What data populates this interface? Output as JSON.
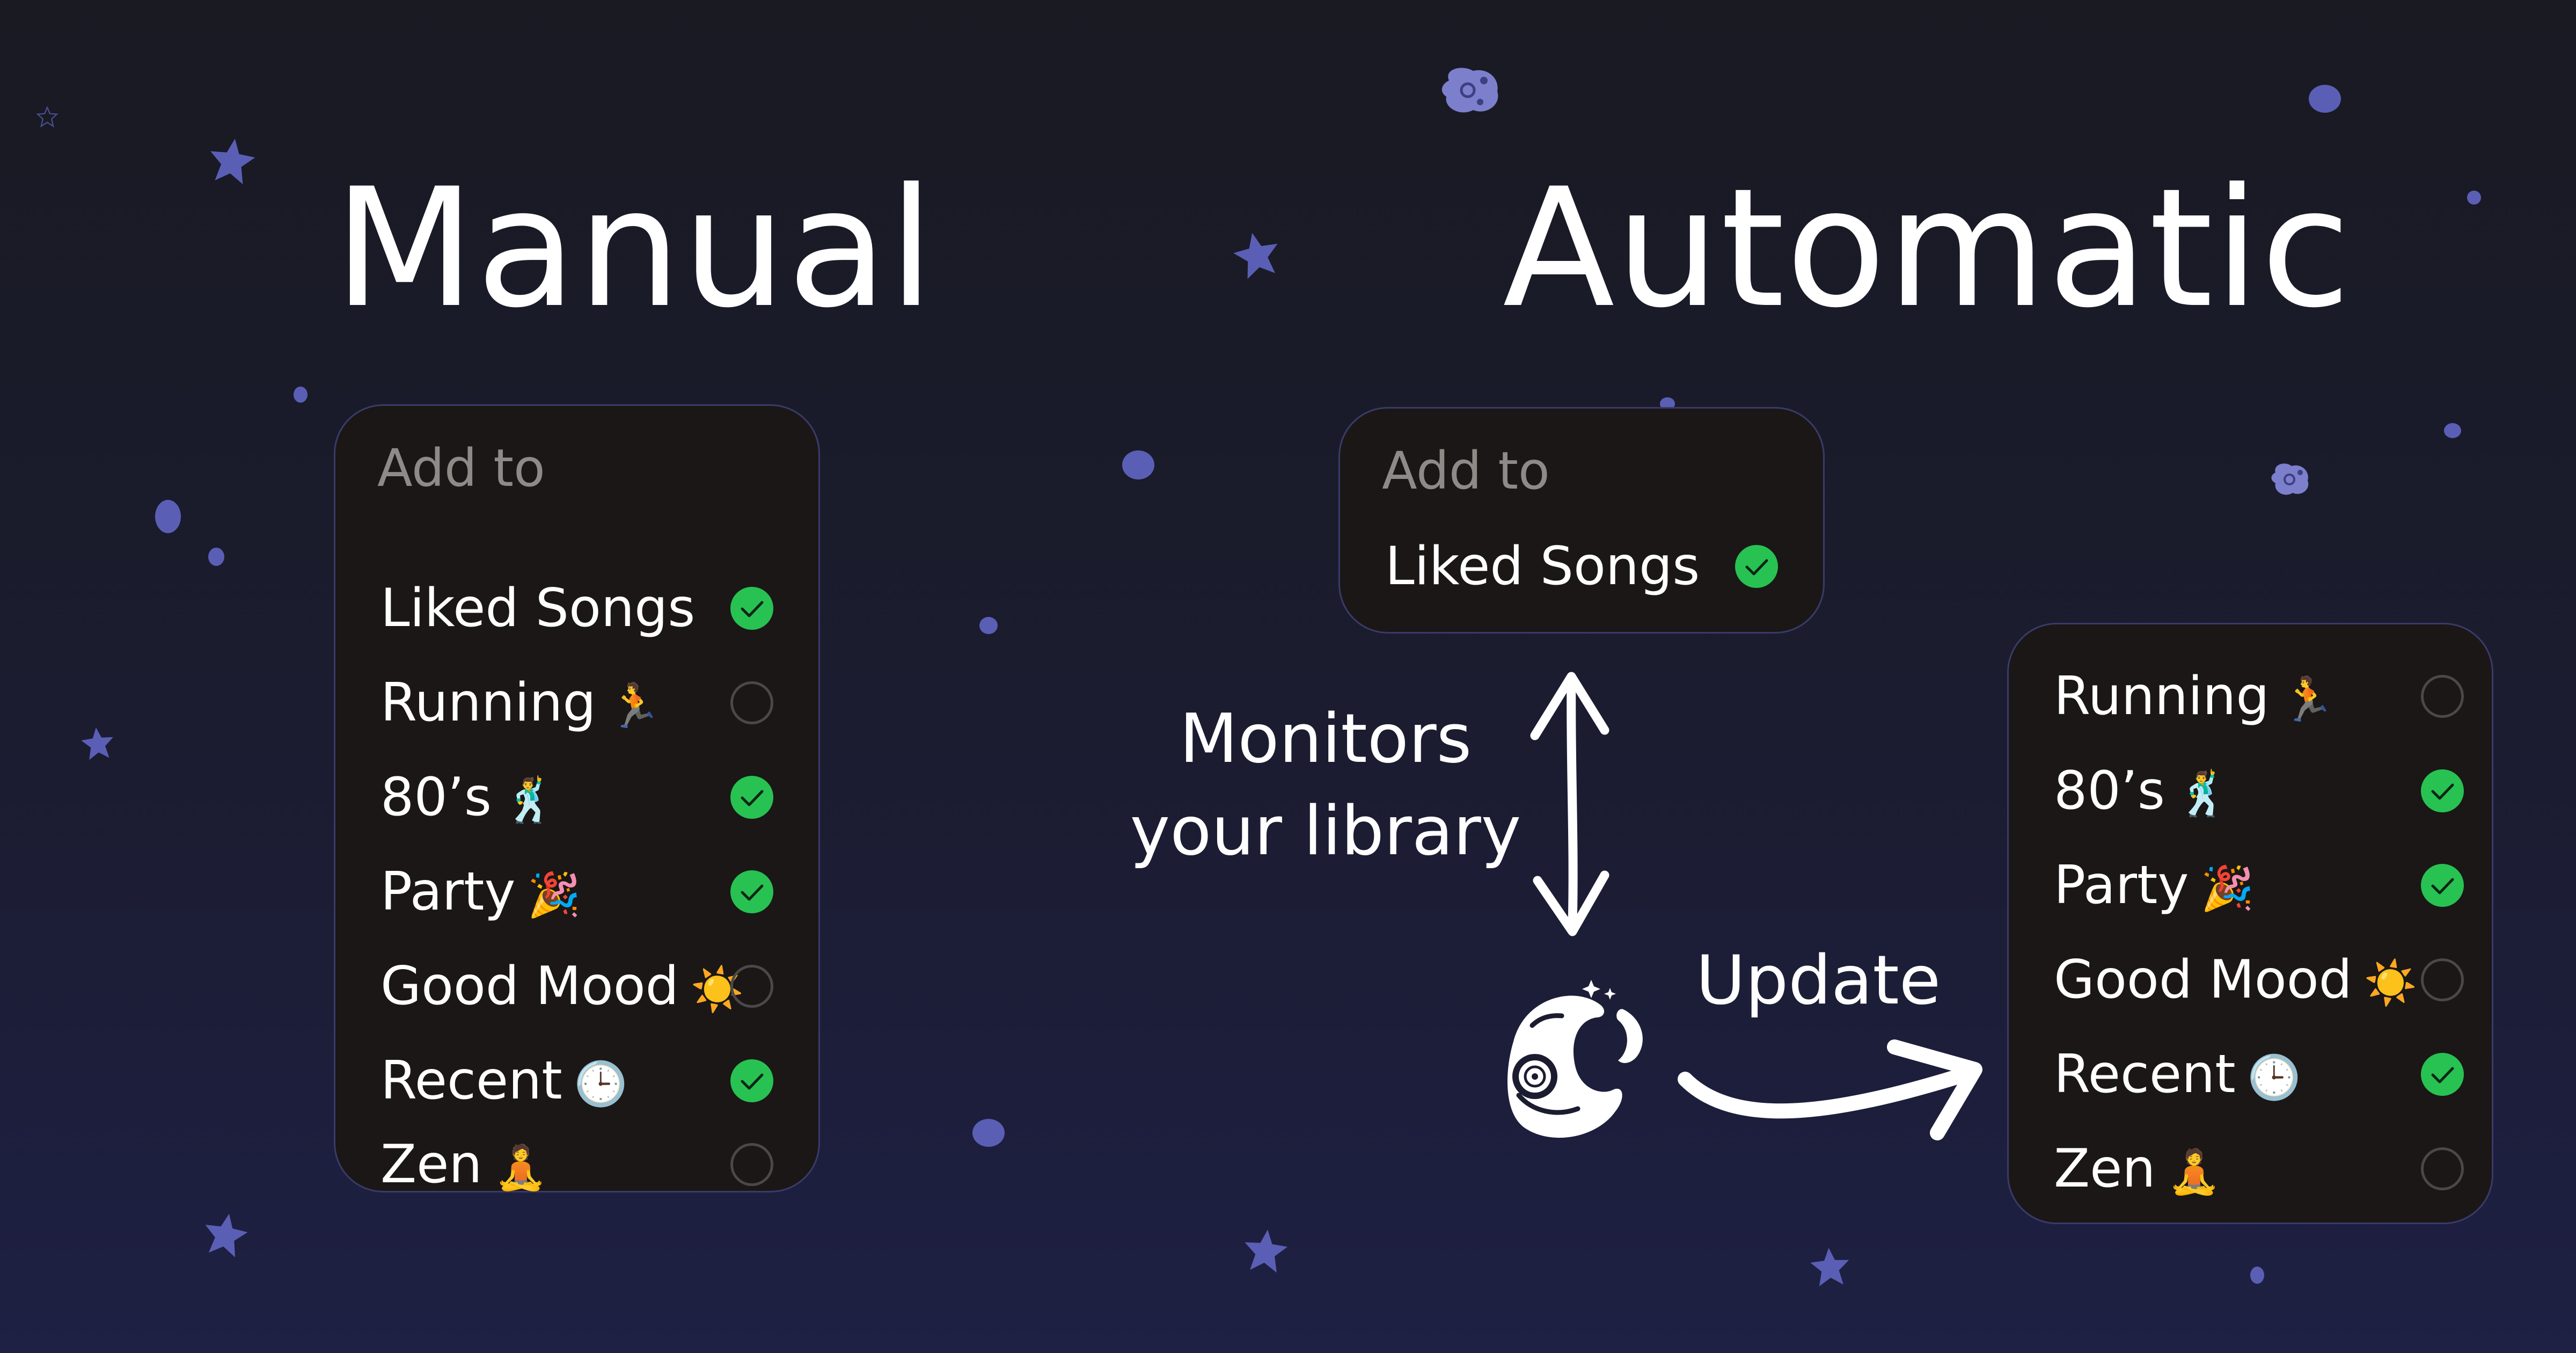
{
  "headings": {
    "manual": "Manual",
    "automatic": "Automatic"
  },
  "manual_panel": {
    "header": "Add to",
    "items": [
      {
        "label": "Liked Songs",
        "emoji": "",
        "checked": true
      },
      {
        "label": "Running",
        "emoji": "🏃",
        "checked": false
      },
      {
        "label": "80’s",
        "emoji": "🕺",
        "checked": true
      },
      {
        "label": "Party",
        "emoji": "🎉",
        "checked": true
      },
      {
        "label": "Good Mood",
        "emoji": "☀️",
        "checked": false
      },
      {
        "label": "Recent",
        "emoji": "🕒",
        "checked": true
      },
      {
        "label": "Zen",
        "emoji": "🧘",
        "checked": false
      }
    ]
  },
  "auto_top_panel": {
    "header": "Add to",
    "items": [
      {
        "label": "Liked Songs",
        "emoji": "",
        "checked": true
      }
    ]
  },
  "auto_bottom_panel": {
    "items": [
      {
        "label": "Running",
        "emoji": "🏃",
        "checked": false
      },
      {
        "label": "80’s",
        "emoji": "🕺",
        "checked": true
      },
      {
        "label": "Party",
        "emoji": "🎉",
        "checked": true
      },
      {
        "label": "Good Mood",
        "emoji": "☀️",
        "checked": false
      },
      {
        "label": "Recent",
        "emoji": "🕒",
        "checked": true
      },
      {
        "label": "Zen",
        "emoji": "🧘",
        "checked": false
      }
    ]
  },
  "annotations": {
    "monitors_line1": "Monitors",
    "monitors_line2": "your library",
    "update": "Update"
  },
  "colors": {
    "background": "#1b1c30",
    "panel": "#1a1716",
    "check_on": "#28c253",
    "decoration": "#5a5fb5"
  },
  "icons": [
    "astronaut-helmet-icon",
    "double-arrow-icon",
    "curved-arrow-icon",
    "star-icon",
    "asteroid-icon"
  ]
}
